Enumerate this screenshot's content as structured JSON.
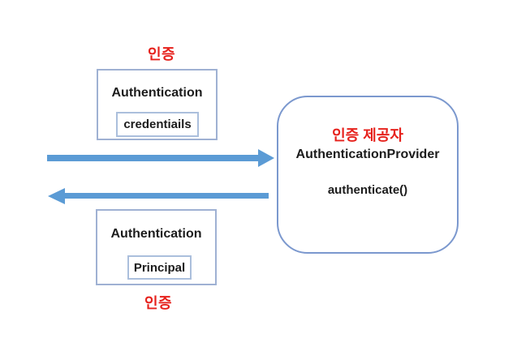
{
  "diagram": {
    "title_semantics": "Spring Security authentication flow diagram",
    "request_group": {
      "label": "인증",
      "box_title": "Authentication",
      "inner_value": "credentiails"
    },
    "response_group": {
      "label": "인증",
      "box_title": "Authentication",
      "inner_value": "Principal"
    },
    "provider": {
      "label": "인증 제공자",
      "class_name": "AuthenticationProvider",
      "method": "authenticate()"
    },
    "arrows": {
      "request_direction": "right",
      "response_direction": "left"
    },
    "colors": {
      "arrow_blue": "#5b9bd5",
      "box_border": "#9fb1d3",
      "inner_box_border": "#abbfdc",
      "provider_border": "#7b98ce",
      "red_label": "#e6211c",
      "text": "#1c1c1c",
      "background": "#ffffff"
    }
  }
}
